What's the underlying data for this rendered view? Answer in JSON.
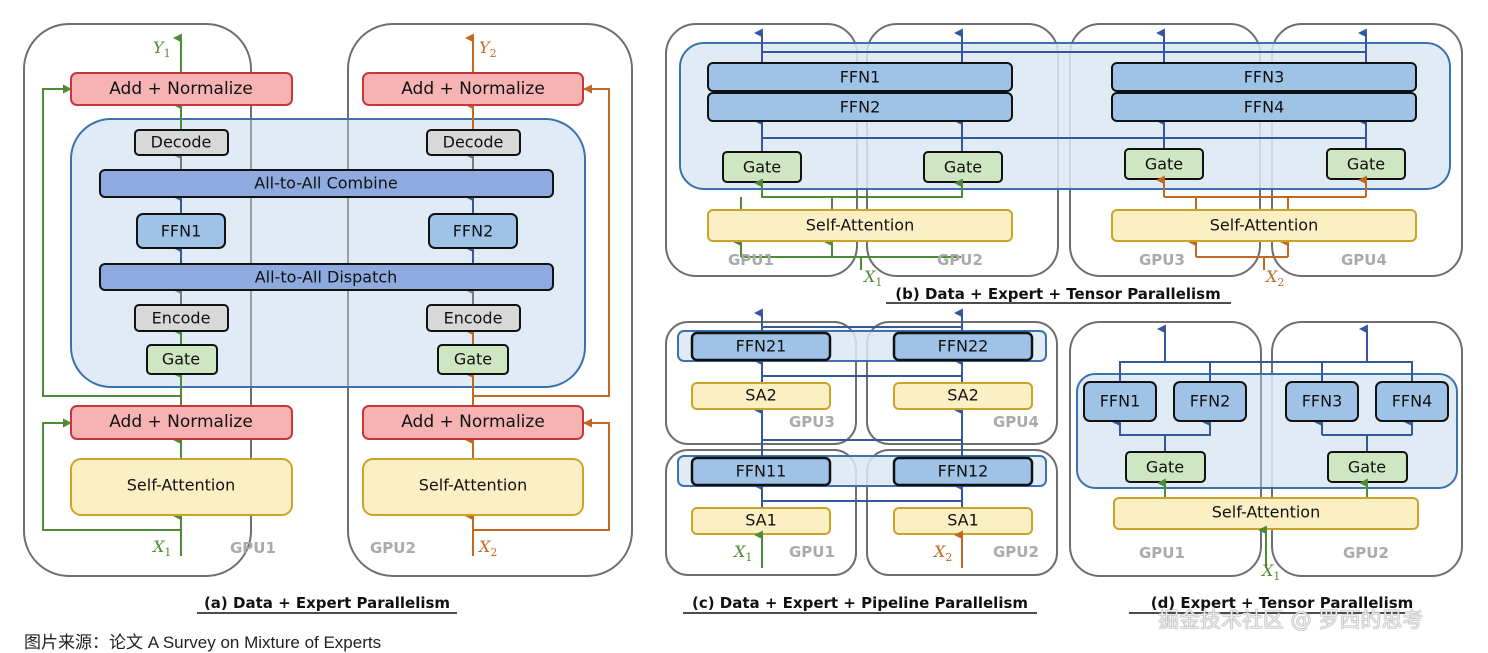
{
  "colors": {
    "gpu_border": "#6e6e6e",
    "expert_region_fill": "#dce8f5",
    "expert_region_stroke": "#3a72b0",
    "add_norm_fill": "#f7b3b3",
    "add_norm_stroke": "#c8363c",
    "self_attention_fill": "#fdefc4",
    "self_attention_stroke": "#c9a427",
    "gate_fill": "#cfe6c2",
    "codec_fill": "#d8d8d8",
    "ffn_fill": "#9fc3e6",
    "alltoall_fill": "#8eaadf",
    "stream1": "#4f8a34",
    "stream2": "#c4681f",
    "expert_flow": "#33589e",
    "codec_flow": "#7a7a7a",
    "gpu_label": "#aaaaaa"
  },
  "panels": {
    "a": {
      "caption": "(a) Data + Expert Parallelism",
      "gpu1": "GPU1",
      "gpu2": "GPU2",
      "add_norm": "Add + Normalize",
      "self_attention": "Self-Attention",
      "decode": "Decode",
      "encode": "Encode",
      "gate": "Gate",
      "combine": "All-to-All Combine",
      "dispatch": "All-to-All Dispatch",
      "ffn1": "FFN1",
      "ffn2": "FFN2",
      "x1": "X",
      "x1_sub": "1",
      "x2": "X",
      "x2_sub": "2",
      "y1": "Y",
      "y1_sub": "1",
      "y2": "Y",
      "y2_sub": "2"
    },
    "b": {
      "caption": "(b) Data + Expert + Tensor Parallelism",
      "gpus": [
        "GPU1",
        "GPU2",
        "GPU3",
        "GPU4"
      ],
      "ffn1": "FFN1",
      "ffn2": "FFN2",
      "ffn3": "FFN3",
      "ffn4": "FFN4",
      "gate": "Gate",
      "self_attention": "Self-Attention",
      "x1": "X",
      "x1_sub": "1",
      "x2": "X",
      "x2_sub": "2"
    },
    "c": {
      "caption": "(c) Data + Expert + Pipeline Parallelism",
      "gpus": [
        "GPU1",
        "GPU2",
        "GPU3",
        "GPU4"
      ],
      "ffn21": "FFN21",
      "ffn22": "FFN22",
      "ffn11": "FFN11",
      "ffn12": "FFN12",
      "sa2": "SA2",
      "sa1": "SA1",
      "x1": "X",
      "x1_sub": "1",
      "x2": "X",
      "x2_sub": "2"
    },
    "d": {
      "caption": "(d) Expert + Tensor Parallelism",
      "gpus": [
        "GPU1",
        "GPU2"
      ],
      "ffns": [
        "FFN1",
        "FFN2",
        "FFN3",
        "FFN4"
      ],
      "gate": "Gate",
      "self_attention": "Self-Attention",
      "x1": "X",
      "x1_sub": "1"
    }
  },
  "source_note": "图片来源：论文 A Survey on Mixture of Experts",
  "watermark": "掘金技术社区 @ 罗西的思考"
}
